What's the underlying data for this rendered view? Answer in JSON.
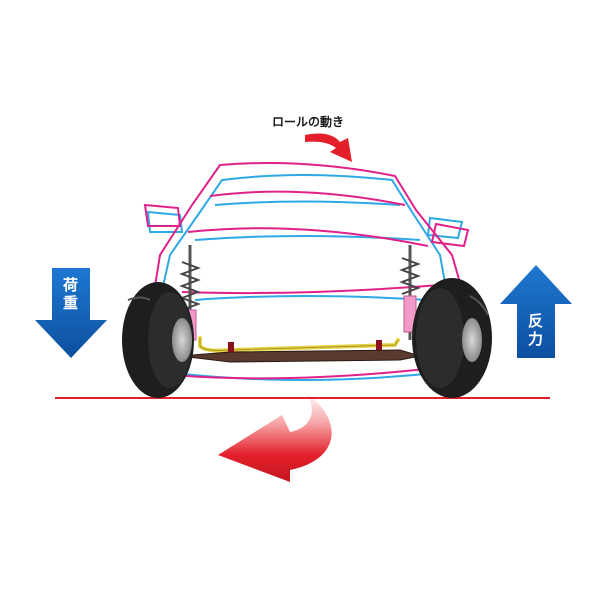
{
  "labels": {
    "roll_motion": "ロールの動き",
    "load": "荷重",
    "reaction": "反力"
  },
  "colors": {
    "roll_arrow": "#e3202a",
    "load_arrow": "#1565c0",
    "reaction_arrow": "#1565c0",
    "outline_static": "#2ea8e6",
    "outline_rolled": "#e0218a",
    "ground_line": "#e3202a",
    "stabilizer": "#e8d44a",
    "spring": "#f29bc9",
    "tire": "#1e1e1e"
  }
}
